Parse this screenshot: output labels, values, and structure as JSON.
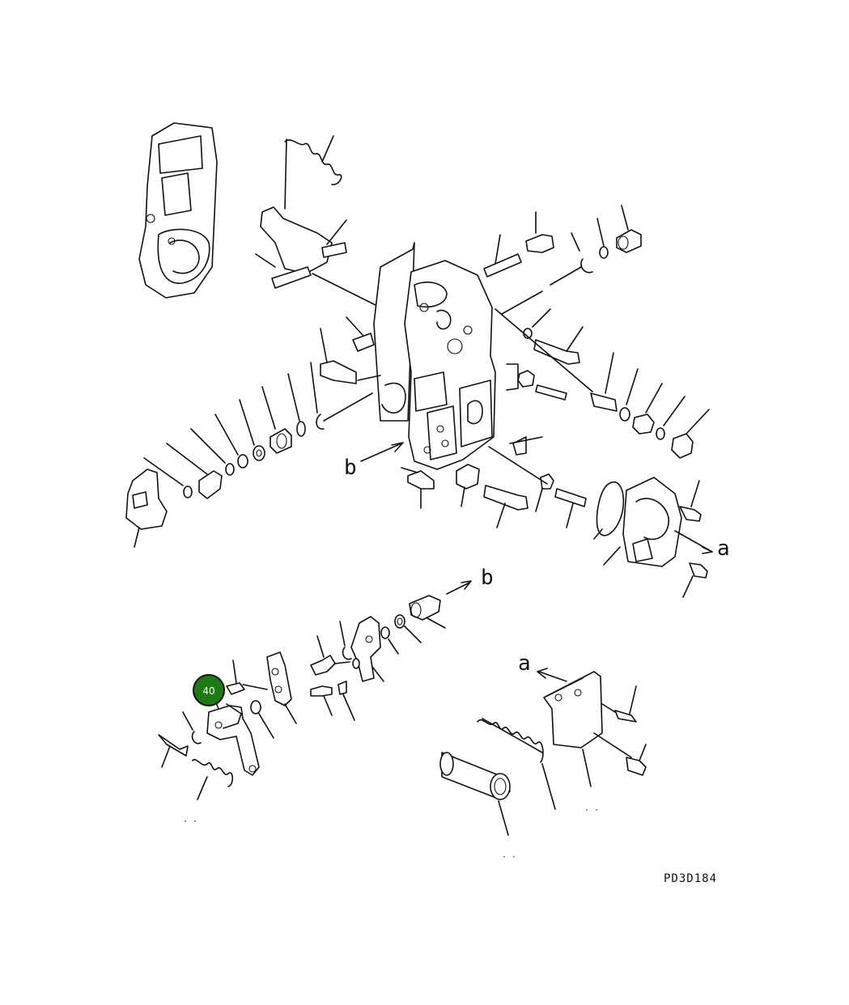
{
  "diagram": {
    "reference_code": "PD3D184",
    "view_markers": {
      "a_right": "a",
      "a_bottom": "a",
      "b_left": "b",
      "b_right": "b"
    },
    "callout": {
      "number": "40",
      "color": "#1e7a12"
    }
  }
}
